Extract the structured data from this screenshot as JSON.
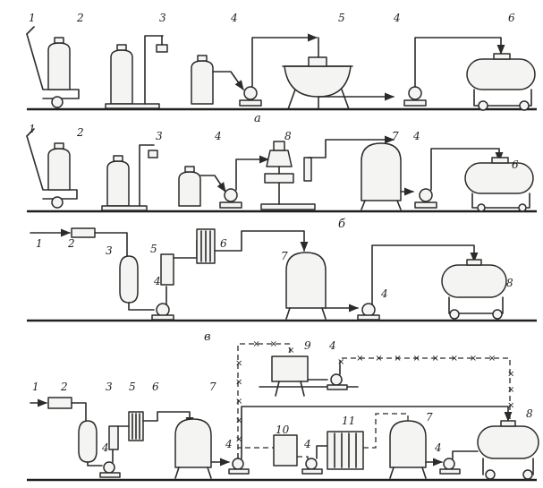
{
  "section_labels": [
    "а",
    "б",
    "в"
  ],
  "numbers": [
    "1",
    "2",
    "3",
    "4",
    "5",
    "6",
    "7",
    "8",
    "9",
    "10",
    "11"
  ],
  "cross_mark": "×",
  "colors": {
    "ink": "#2b2b2b",
    "paper": "#ffffff",
    "fill": "#f4f4f2"
  }
}
